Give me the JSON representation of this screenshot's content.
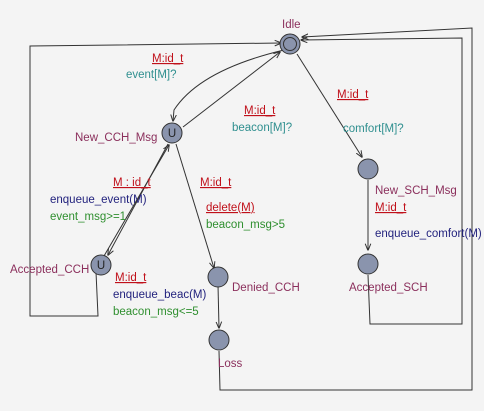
{
  "diagram": {
    "colors": {
      "background": "#f4f4f4",
      "location_fill": "#8a94ad",
      "edge": "#333333",
      "location_name": "#8b2f5c",
      "select": "#c0101a",
      "sync": "#2f8f8f",
      "update": "#23237e",
      "guard": "#2f8f2f"
    },
    "locations": {
      "idle": {
        "name": "Idle",
        "initial": true
      },
      "new_cch_msg": {
        "name": "New_CCH_Msg",
        "urgent_mark": "U"
      },
      "accepted_cch": {
        "name": "Accepted_CCH",
        "urgent_mark": "U"
      },
      "denied_cch": {
        "name": "Denied_CCH"
      },
      "loss": {
        "name": "Loss"
      },
      "new_sch_msg": {
        "name": "New_SCH_Msg"
      },
      "accepted_sch": {
        "name": "Accepted_SCH"
      }
    },
    "edges": {
      "event": {
        "select": "M:id_t",
        "sync": "event[M]?"
      },
      "beacon": {
        "select": "M:id_t",
        "sync": "beacon[M]?"
      },
      "comfort": {
        "select": "M:id_t",
        "sync": "comfort[M]?"
      },
      "enqueue_event": {
        "select": "M : id_t",
        "update": "enqueue_event(M)",
        "guard": "event_msg>=1"
      },
      "delete": {
        "select": "M:id_t",
        "update": "delete(M)",
        "guard": "beacon_msg>5"
      },
      "enqueue_beac": {
        "select": "M:id_t",
        "update": "enqueue_beac(M)",
        "guard": "beacon_msg<=5"
      },
      "enqueue_comfort": {
        "select": "M:id_t",
        "update": "enqueue_comfort(M)"
      }
    }
  }
}
